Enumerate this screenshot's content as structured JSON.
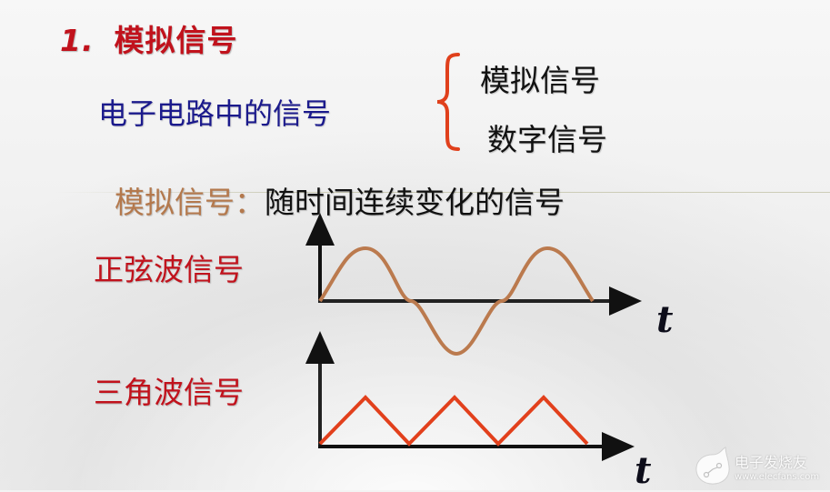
{
  "slide": {
    "title_number": "1.",
    "title": "模拟信号",
    "circuit_signals_label": "电子电路中的信号",
    "branches": [
      "模拟信号",
      "数字信号"
    ],
    "definition_term": "模拟信号：",
    "definition_text": "随时间连续变化的信号",
    "colors": {
      "title": "#c1121c",
      "circuit_label": "#1b1a8c",
      "brace": "#e0401c",
      "definition_term": "#b4794d",
      "sine_wave": "#bb7a4e",
      "triangle_wave": "#e2401c",
      "axes": "#111111"
    }
  },
  "diagrams": [
    {
      "label": "正弦波信号",
      "type": "sine",
      "axis_label": "t",
      "cycles": 1.5,
      "description": "sine wave starting at 0, two positive peaks, one negative trough"
    },
    {
      "label": "三角波信号",
      "type": "triangle",
      "axis_label": "t",
      "cycles": 3,
      "description": "triangle wave with three peaks, always non-negative"
    }
  ],
  "watermark": {
    "site_name": "电子发烧友",
    "url": "www.elecfans.com"
  }
}
